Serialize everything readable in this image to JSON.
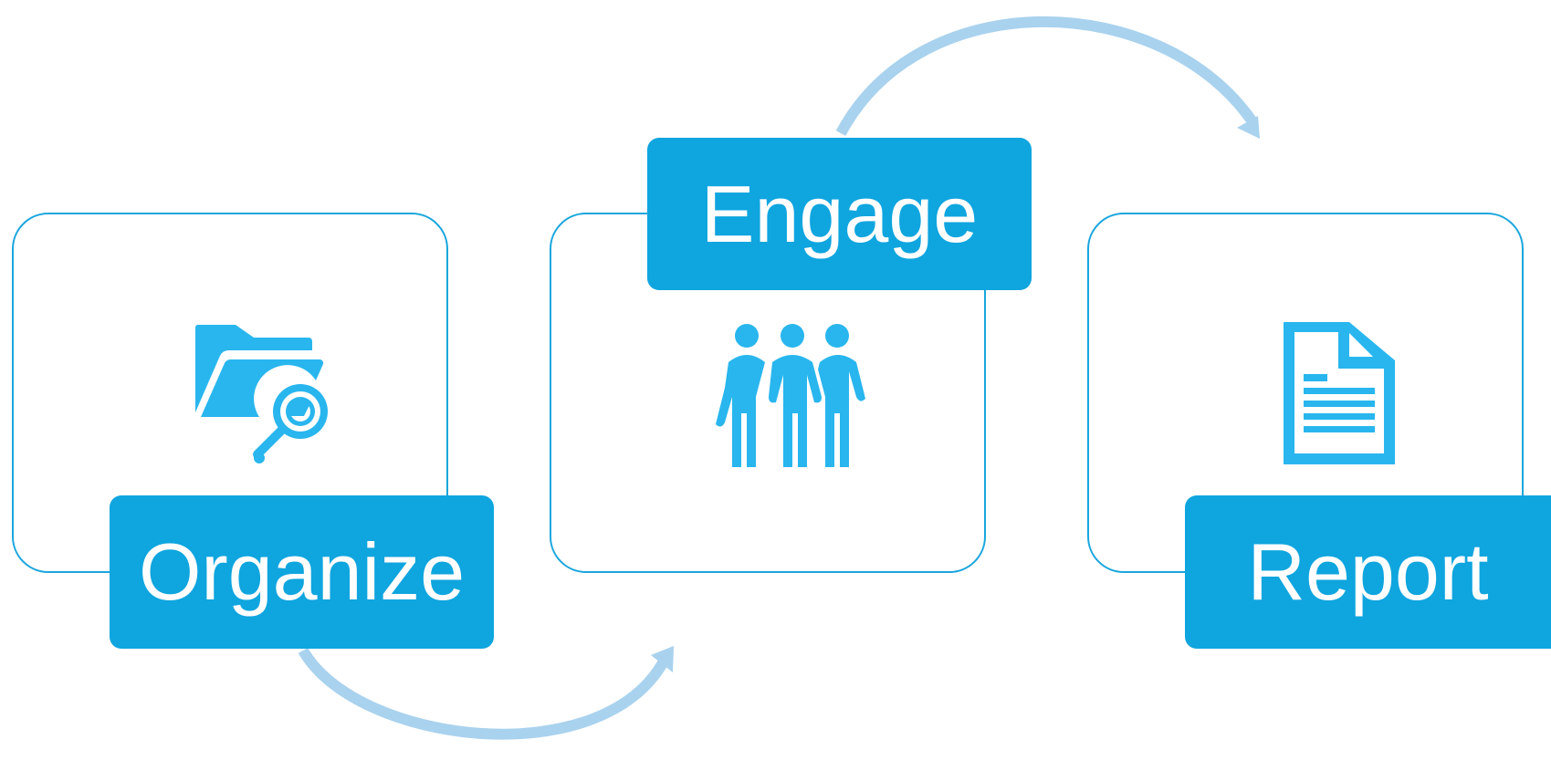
{
  "colors": {
    "frame": "#1aa6dd",
    "label_bg": "#0fa5df",
    "icon": "#29b6ee",
    "arrow": "#a9d2ee",
    "text": "#ffffff"
  },
  "steps": [
    {
      "label": "Organize",
      "icon": "folder-search-icon"
    },
    {
      "label": "Engage",
      "icon": "group-people-icon"
    },
    {
      "label": "Report",
      "icon": "document-icon"
    }
  ],
  "connectors": [
    {
      "from": "Organize",
      "to": "Engage",
      "style": "curved-arrow-below"
    },
    {
      "from": "Engage",
      "to": "Report",
      "style": "curved-arrow-above"
    }
  ]
}
